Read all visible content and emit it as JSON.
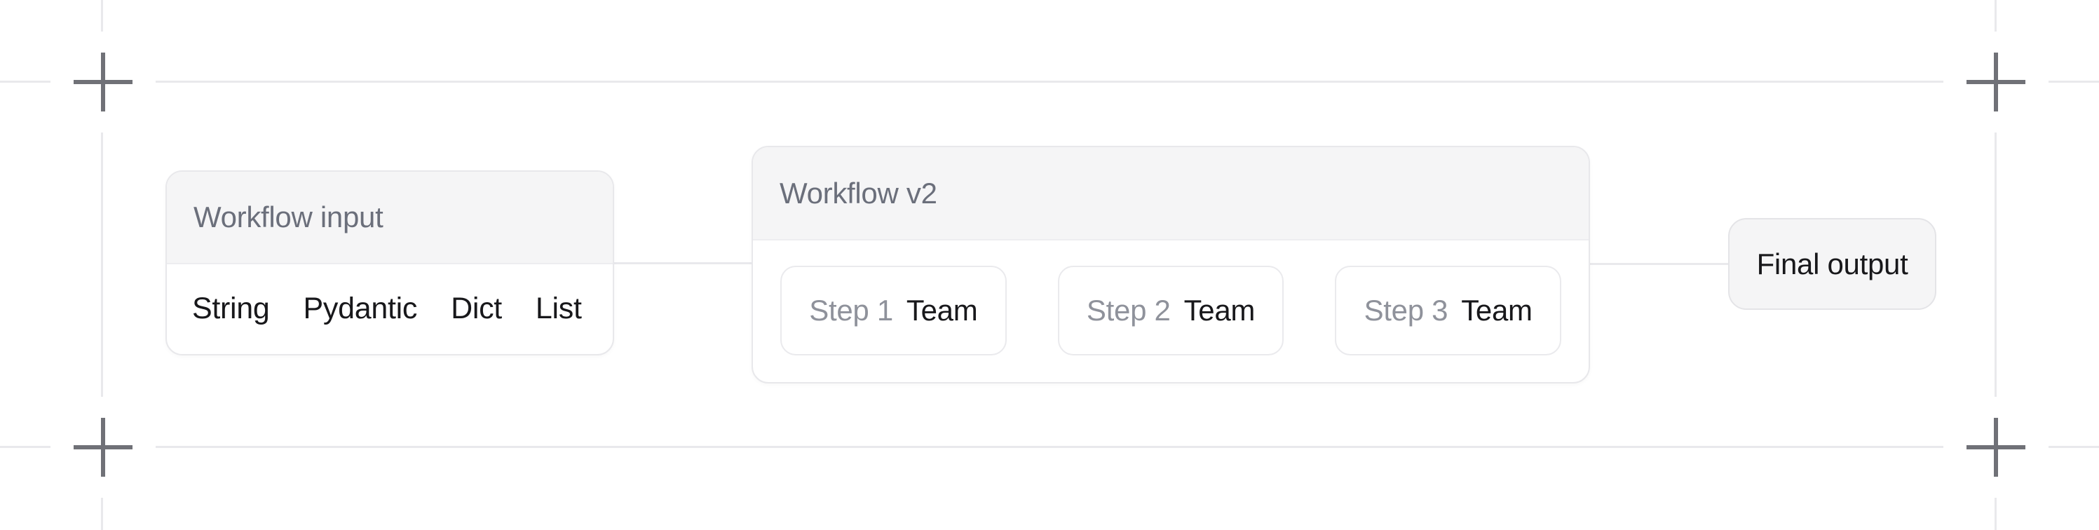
{
  "diagram": {
    "nodes": {
      "workflow_input": {
        "title": "Workflow input",
        "items": [
          "String",
          "Pydantic",
          "Dict",
          "List"
        ]
      },
      "workflow_v2": {
        "title": "Workflow v2",
        "steps": [
          {
            "label": "Step 1",
            "type": "Team"
          },
          {
            "label": "Step 2",
            "type": "Team"
          },
          {
            "label": "Step 3",
            "type": "Team"
          }
        ]
      },
      "final_output": {
        "label": "Final output"
      }
    },
    "edges": [
      {
        "from": "Workflow input",
        "to": "Workflow v2"
      },
      {
        "from": "Workflow v2",
        "to": "Final output"
      }
    ]
  },
  "colors": {
    "bg": "#ffffff",
    "guide_line": "#e9e9ec",
    "connector": "#e9e9ec",
    "marker": "#707177",
    "card_border": "#e8e8eb",
    "card_header_bg": "#f5f5f6",
    "card_body_bg": "#ffffff",
    "header_divider": "#ededf0",
    "title_text": "#6b6f7b",
    "muted_text": "#8f929b",
    "dark_text": "#18181b",
    "step_border": "#eaeaed",
    "output_bg": "#f5f5f6",
    "output_border": "#e4e4e7"
  }
}
